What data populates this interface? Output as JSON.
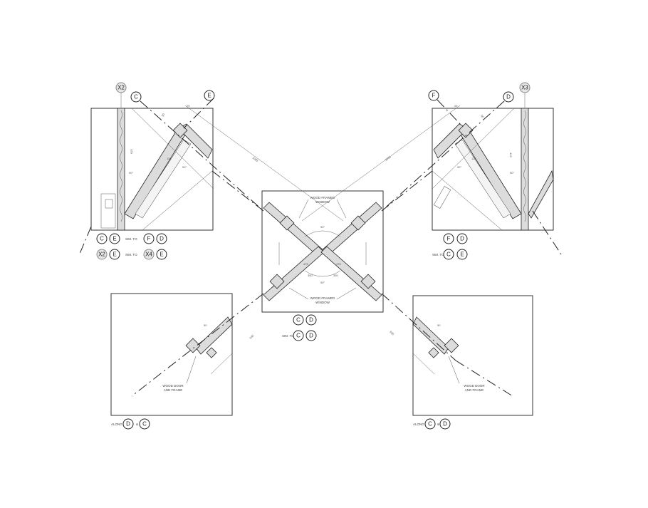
{
  "grid_tags": {
    "top_left_x2": "X2",
    "top_left_c": "C",
    "top_left_e": "E",
    "top_right_f": "F",
    "top_right_d": "D",
    "top_right_x3": "X3"
  },
  "detail_top_left": {
    "tags_row1": [
      "C",
      "E"
    ],
    "tags_row1_sim": [
      "F",
      "D"
    ],
    "tags_row2": [
      "X2",
      "E"
    ],
    "tags_row2_sim": [
      "X4",
      "E"
    ],
    "sim_to": "SIM. TO",
    "angle": "90°",
    "dims": [
      "50",
      "25",
      "625",
      "115"
    ]
  },
  "detail_top_right": {
    "tags": [
      "F",
      "D"
    ],
    "tags_sim": [
      "C",
      "E"
    ],
    "sim_to": "SIM. TO",
    "angle": "90°",
    "dims": [
      "50",
      "25",
      "415",
      "115"
    ]
  },
  "detail_center": {
    "note_top_line1": "WOOD FRAMED",
    "note_top_line2": "WINDOW",
    "note_bottom_line1": "WOOD FRAMED",
    "note_bottom_line2": "WINDOW",
    "tags": [
      "C",
      "D"
    ],
    "tags_sim": [
      "C",
      "D"
    ],
    "sim_to": "SIM. TO",
    "angle_top": "90°",
    "angle_bottom": "90°",
    "dims": [
      "475",
      "475",
      "350",
      "350"
    ]
  },
  "detail_bottom_left": {
    "note_line1": "WOOD DOOR",
    "note_line2": "AND FRAME",
    "along": "ALONG",
    "tag_a": "D",
    "amp": "&",
    "tag_b": "C",
    "dims": [
      "50",
      "545"
    ]
  },
  "detail_bottom_right": {
    "note_line1": "WOOD DOOR",
    "note_line2": "AND FRAME",
    "along": "ALONG",
    "tag_a": "C",
    "amp": "&",
    "tag_b": "D",
    "dims": [
      "50",
      "545"
    ]
  },
  "long_dims": [
    "1085",
    "1085"
  ]
}
